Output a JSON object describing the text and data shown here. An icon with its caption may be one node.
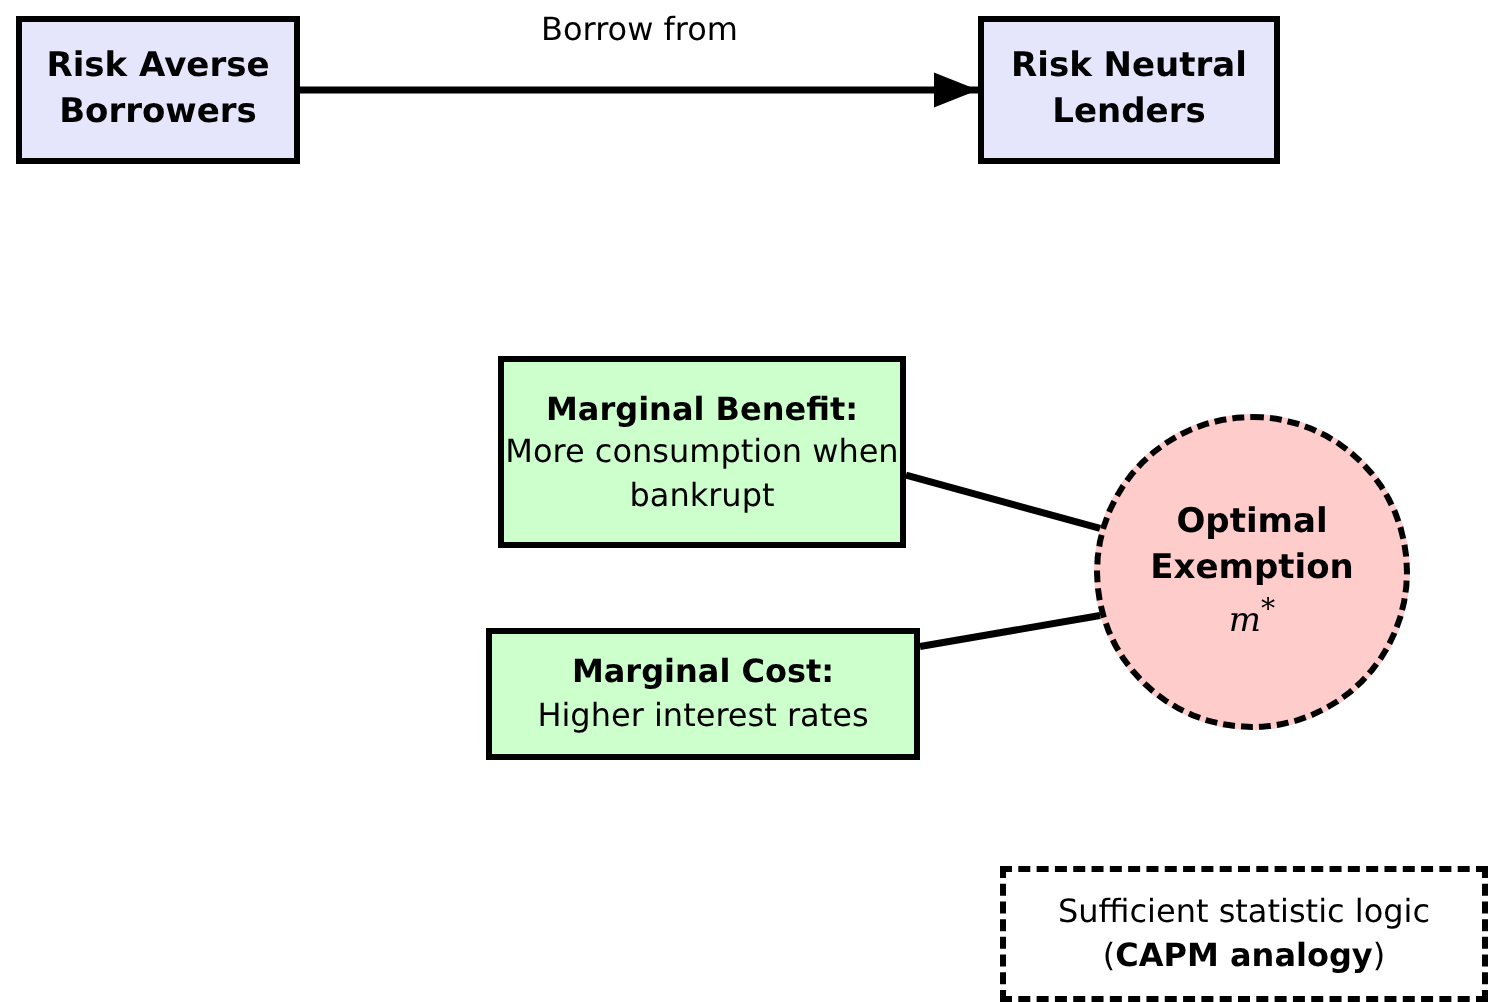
{
  "diagram": {
    "nodes": [
      {
        "text": [
          "Risk Averse Borrowers"
        ]
      },
      {
        "text": [
          "Risk Neutral Lenders"
        ]
      },
      {
        "text": [
          "Marginal Benefit:",
          "More consumption when bankrupt"
        ]
      },
      {
        "text": [
          "Marginal Cost:",
          "Higher interest rates"
        ]
      },
      {
        "text": [
          "Optimal Exemption",
          "*m*$^{*}$"
        ]
      },
      {
        "text": [
          "Sufficient statistic logic (**CAPM analogy**)"
        ]
      }
    ],
    "edges": [
      {
        "from": 0,
        "to": 1,
        "arrow": "to",
        "label": "Borrow from"
      },
      {
        "from": 2,
        "to": 4,
        "arrow": "none"
      },
      {
        "from": 3,
        "to": 4,
        "arrow": "none"
      }
    ]
  }
}
